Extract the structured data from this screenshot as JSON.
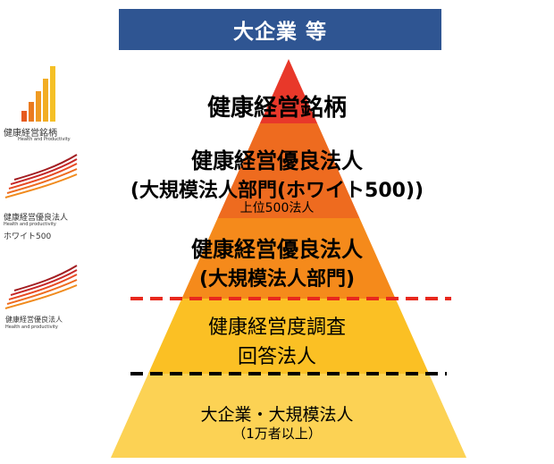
{
  "header": {
    "title": "大企業 等"
  },
  "colors": {
    "header_bg": "#2f5592",
    "tier1": "#e8382a",
    "tier2": "#ee6b1f",
    "tier3": "#f58a1b",
    "tier4": "#fbc024",
    "tier5": "#fcd254",
    "divider_red": "#e8281d",
    "divider_black": "#000000"
  },
  "pyramid": {
    "tier1": {
      "label": "健康経営銘柄"
    },
    "tier2": {
      "line1": "健康経営優良法人",
      "line2": "(大規模法人部門(ホワイト500))",
      "note": "上位500法人"
    },
    "tier3": {
      "line1": "健康経営優良法人",
      "line2": "(大規模法人部門)"
    },
    "tier4": {
      "line1": "健康経営度調査",
      "line2": "回答法人"
    },
    "tier5": {
      "line1": "大企業・大規模法人",
      "line2": "（1万者以上）"
    }
  },
  "logos": [
    {
      "icon": "bar-chart-logo-icon",
      "title": "健康経営銘柄",
      "subtitle": "Health and Productivity"
    },
    {
      "icon": "wave-logo-icon",
      "title": "健康経営優良法人",
      "subtitle": "Health and productivity",
      "extra": "ホワイト500"
    },
    {
      "icon": "wave-logo-icon",
      "title": "健康経営優良法人",
      "subtitle": "Health and productivity"
    }
  ]
}
